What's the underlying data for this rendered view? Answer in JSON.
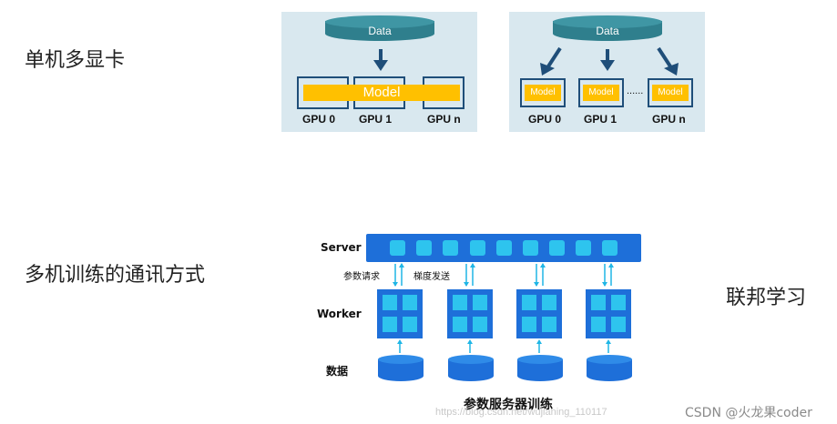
{
  "headings": {
    "single_machine_multi_gpu": "单机多显卡",
    "multi_machine_training": "多机训练的通讯方式",
    "federated_learning": "联邦学习"
  },
  "left_panel": {
    "data_label": "Data",
    "model_label": "Model",
    "gpu_labels": [
      "GPU 0",
      "GPU 1",
      "GPU n"
    ]
  },
  "right_panel": {
    "data_label": "Data",
    "model_labels": [
      "Model",
      "Model",
      "Model"
    ],
    "dots": "......",
    "gpu_labels": [
      "GPU 0",
      "GPU 1",
      "GPU n"
    ]
  },
  "param_server": {
    "server_label": "Server",
    "param_request_label": "参数请求",
    "gradient_send_label": "梯度发送",
    "worker_label": "Worker",
    "data_label": "数据",
    "caption": "参数服务器训练"
  },
  "watermark": {
    "faint": "https://blog.csdn.net/wujianing_110117",
    "csdn": "CSDN @火龙果coder"
  },
  "colors": {
    "panel_bg": "#d9e8ef",
    "db_teal": "#2f7f8d",
    "model_yellow": "#ffc000",
    "gpu_border": "#1f4e79",
    "server_blue": "#1e6fd9",
    "worker_cyan": "#1fb6e6"
  }
}
